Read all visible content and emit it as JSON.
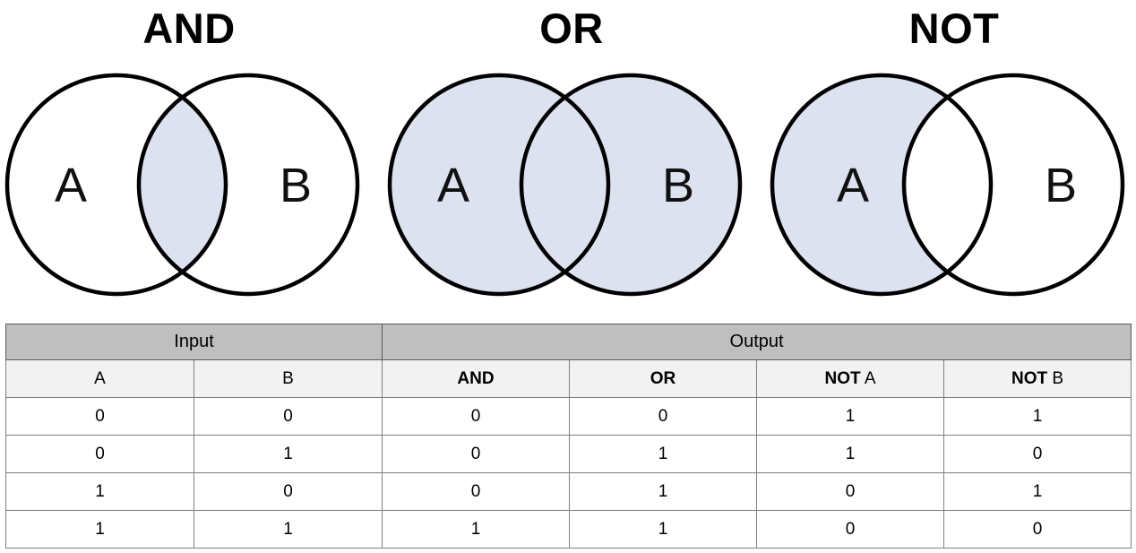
{
  "colors": {
    "fill": "#dce2f0",
    "stroke": "#000000",
    "header_top_bg": "#bfbfbf",
    "header_sub_bg": "#f2f2f2",
    "grid": "#7f7f7f"
  },
  "diagrams": [
    {
      "title": "AND",
      "left_label": "A",
      "right_label": "B",
      "shaded": "intersection"
    },
    {
      "title": "OR",
      "left_label": "A",
      "right_label": "B",
      "shaded": "union"
    },
    {
      "title": "NOT",
      "left_label": "A",
      "right_label": "B",
      "shaded": "left-only"
    }
  ],
  "table": {
    "group_headers": [
      {
        "label": "Input",
        "span": 2
      },
      {
        "label": "Output",
        "span": 4
      }
    ],
    "column_headers": [
      {
        "text": "A",
        "bold": false
      },
      {
        "text": "B",
        "bold": false
      },
      {
        "text": "AND",
        "bold": true
      },
      {
        "text": "OR",
        "bold": true
      },
      {
        "prefix": "NOT",
        "arg": "A",
        "bold": true
      },
      {
        "prefix": "NOT",
        "arg": "B",
        "bold": true
      }
    ],
    "rows": [
      [
        "0",
        "0",
        "0",
        "0",
        "1",
        "1"
      ],
      [
        "0",
        "1",
        "0",
        "1",
        "1",
        "0"
      ],
      [
        "1",
        "0",
        "0",
        "1",
        "0",
        "1"
      ],
      [
        "1",
        "1",
        "1",
        "1",
        "0",
        "0"
      ]
    ]
  }
}
